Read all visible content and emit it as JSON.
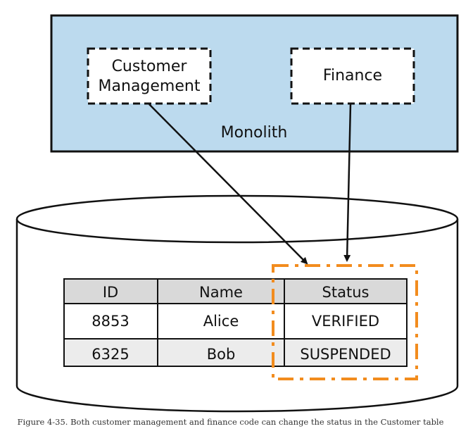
{
  "monolith": {
    "label": "Monolith",
    "modules": [
      {
        "line1": "Customer",
        "line2": "Management"
      },
      {
        "label": "Finance"
      }
    ]
  },
  "table": {
    "headers": [
      "ID",
      "Name",
      "Status"
    ],
    "rows": [
      [
        "8853",
        "Alice",
        "VERIFIED"
      ],
      [
        "6325",
        "Bob",
        "SUSPENDED"
      ]
    ]
  },
  "caption": "Figure 4-35. Both customer management and finance code can change the status in the Customer table",
  "colors": {
    "monolith_fill": "#bcdaee",
    "highlight": "#f28c1e",
    "header_fill": "#d9d9d9",
    "row_fill_alt": "#ececec"
  }
}
